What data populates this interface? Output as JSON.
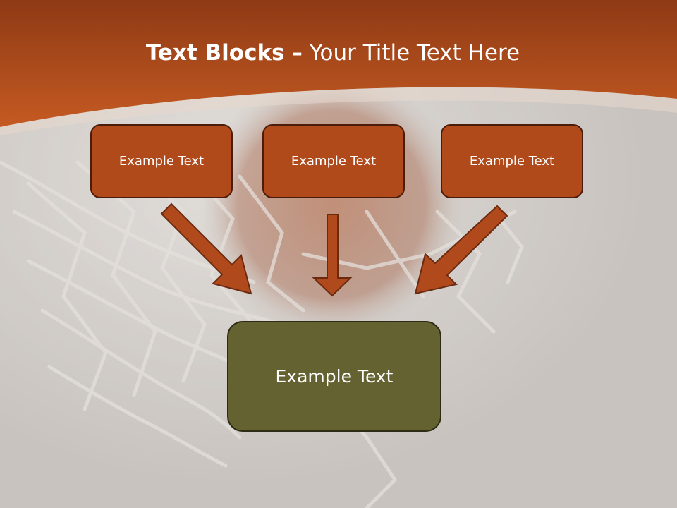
{
  "slide": {
    "title_bold": "Text Blocks",
    "title_sep": "–",
    "title_rest": "Your Title Text Here"
  },
  "blocks": {
    "top": [
      {
        "label": "Example Text"
      },
      {
        "label": "Example Text"
      },
      {
        "label": "Example Text"
      }
    ],
    "bottom": {
      "label": "Example Text"
    }
  },
  "colors": {
    "header_orange": "#b9501c",
    "box_orange": "#b14a1b",
    "box_border": "#4a1c0c",
    "box_olive": "#656231",
    "arrow_fill": "#b04a1c",
    "background_gray": "#c9c4bf"
  },
  "icons": [
    "arrow-down-right-icon",
    "arrow-down-icon",
    "arrow-down-left-icon"
  ]
}
